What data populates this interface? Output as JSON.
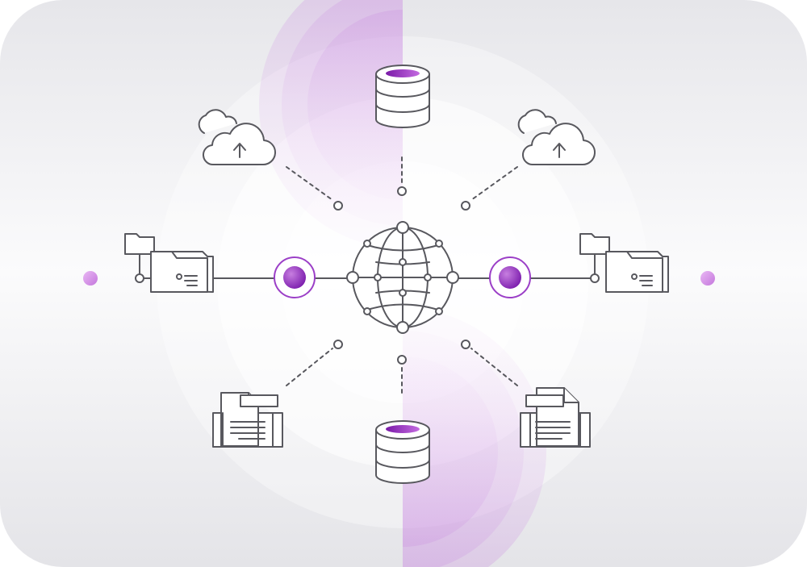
{
  "diagram": {
    "center_node": {
      "icon": "globe-icon"
    },
    "nodes": [
      {
        "id": "db-top",
        "icon": "database-icon"
      },
      {
        "id": "db-bottom",
        "icon": "database-icon"
      },
      {
        "id": "cloud-left",
        "icon": "cloud-upload-icon"
      },
      {
        "id": "cloud-right",
        "icon": "cloud-upload-icon"
      },
      {
        "id": "folder-left",
        "icon": "folder-stack-icon"
      },
      {
        "id": "folder-right",
        "icon": "folder-stack-icon"
      },
      {
        "id": "printer-left",
        "icon": "printer-icon"
      },
      {
        "id": "printer-right",
        "icon": "printer-icon"
      }
    ],
    "hubs": [
      {
        "id": "hub-left",
        "icon": "hub-node-icon"
      },
      {
        "id": "hub-right",
        "icon": "hub-node-icon"
      }
    ]
  },
  "colors": {
    "accent": "#9b3fc7",
    "accent_light": "#d9a6ea",
    "stroke": "#58585e",
    "background": "#ededf0"
  }
}
